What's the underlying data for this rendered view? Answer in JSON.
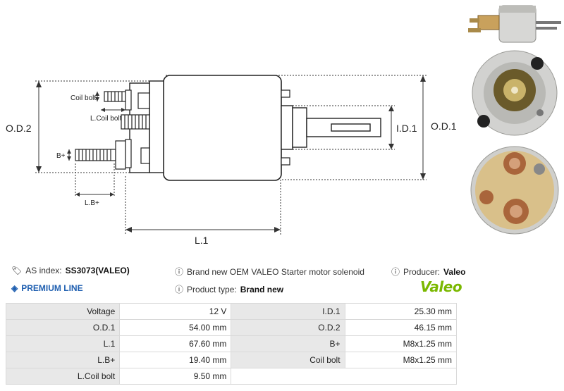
{
  "diagram": {
    "labels": {
      "od2": "O.D.2",
      "od1": "O.D.1",
      "id1": "I.D.1",
      "coil_bolt": "Coil bolt",
      "l_coil_bolt": "L.Coil bolt",
      "b_plus": "B+",
      "l_b_plus": "L.B+",
      "l1": "L.1"
    }
  },
  "info": {
    "as_index_label": "AS index:",
    "as_index_value": "SS3073(VALEO)",
    "premium_line": "PREMIUM LINE",
    "description": "Brand new OEM VALEO Starter motor solenoid",
    "product_type_label": "Product type:",
    "product_type_value": "Brand new",
    "producer_label": "Producer:",
    "producer_value": "Valeo",
    "brand_logo": "Valeo"
  },
  "specs": [
    {
      "k1": "Voltage",
      "v1": "12 V",
      "k2": "I.D.1",
      "v2": "25.30 mm"
    },
    {
      "k1": "O.D.1",
      "v1": "54.00 mm",
      "k2": "O.D.2",
      "v2": "46.15 mm"
    },
    {
      "k1": "L.1",
      "v1": "67.60 mm",
      "k2": "B+",
      "v2": "M8x1.25 mm"
    },
    {
      "k1": "L.B+",
      "v1": "19.40 mm",
      "k2": "Coil bolt",
      "v2": "M8x1.25 mm"
    },
    {
      "k1": "L.Coil bolt",
      "v1": "9.50 mm",
      "k2": "",
      "v2": ""
    }
  ],
  "colors": {
    "accent_blue": "#1f5fb0",
    "valeo_green": "#7ab800",
    "key_cell_bg": "#e8e8e8"
  },
  "icons": [
    "tag-icon",
    "diamond-icon",
    "info-icon"
  ]
}
